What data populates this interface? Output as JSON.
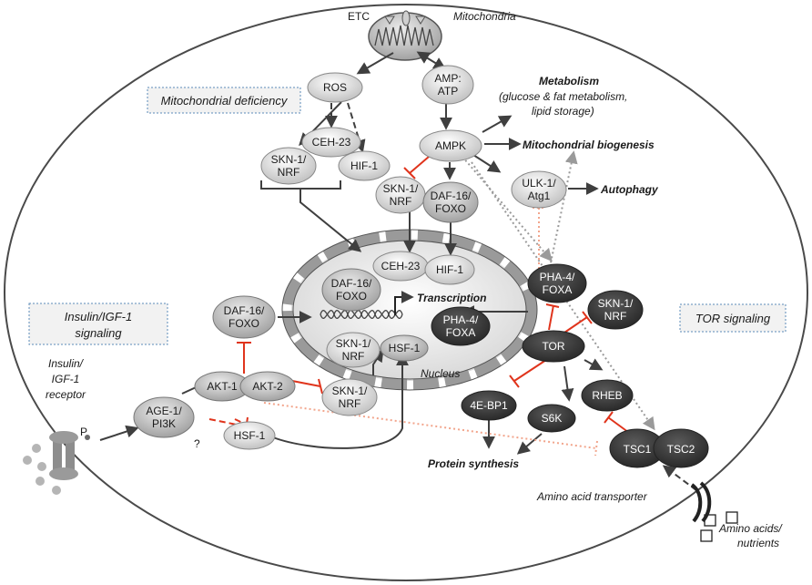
{
  "compartments": {
    "mitochondria": "Mitochondria",
    "etc": "ETC",
    "nucleus": "Nucleus"
  },
  "pathway_boxes": {
    "mito_deficiency": "Mitochondrial deficiency",
    "insulin_line1": "Insulin/IGF-1",
    "insulin_line2": "signaling",
    "tor": "TOR signaling"
  },
  "nodes": {
    "ros": "ROS",
    "amp_line1": "AMP:",
    "amp_line2": "ATP",
    "ampk": "AMPK",
    "ceh23": "CEH-23",
    "skn1_line1": "SKN-1/",
    "skn1_line2": "NRF",
    "hif1": "HIF-1",
    "daf16_line1": "DAF-16/",
    "daf16_line2": "FOXO",
    "ulk1_line1": "ULK-1/",
    "ulk1_line2": "Atg1",
    "pha4_line1": "PHA-4/",
    "pha4_line2": "FOXA",
    "tor": "TOR",
    "akt1": "AKT-1",
    "akt2": "AKT-2",
    "age1_line1": "AGE-1/",
    "age1_line2": "PI3K",
    "hsf1": "HSF-1",
    "ebp1": "4E-BP1",
    "s6k": "S6K",
    "rheb": "RHEB",
    "tsc1": "TSC1",
    "tsc2": "TSC2",
    "question": "?",
    "phospho": "P"
  },
  "outcomes": {
    "metabolism_title": "Metabolism",
    "metabolism_line1": "(glucose & fat metabolism,",
    "metabolism_line2": "lipid storage)",
    "mito_biogenesis": "Mitochondrial biogenesis",
    "autophagy": "Autophagy",
    "transcription": "Transcription",
    "protein_synthesis": "Protein synthesis"
  },
  "membrane": {
    "receptor_line1": "Insulin/",
    "receptor_line2": "IGF-1",
    "receptor_line3": "receptor",
    "transporter": "Amino acid transporter",
    "aa_line1": "Amino acids/",
    "aa_line2": "nutrients"
  },
  "colors": {
    "light_node": "#e3e3e3",
    "mid_node": "#c4c4c4",
    "dark_node": "#3b3b3b",
    "arrow": "#3f3f3f",
    "inhibit": "#e0341c",
    "inhibit_dotted": "#f2a58c",
    "dotted_grey": "#9a9a9a",
    "box_border": "#5b8bb8"
  }
}
